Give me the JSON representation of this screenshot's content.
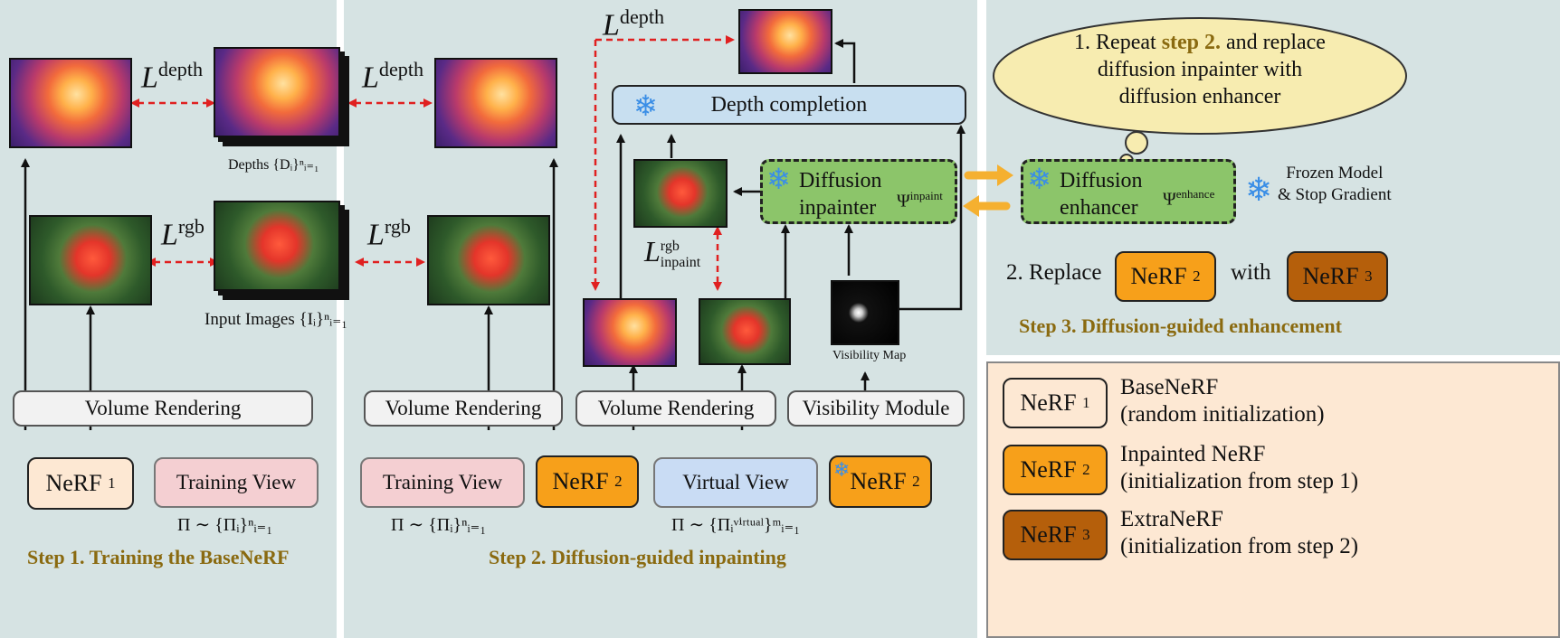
{
  "step1": {
    "title": "Step 1. Training the BaseNeRF",
    "volume_rendering": "Volume Rendering",
    "nerf_label": "NeRF",
    "nerf_sub": "1",
    "training_view": "Training View",
    "pose_formula": "Π ∼ {Πᵢ}ⁿᵢ₌₁",
    "loss_depth": "L",
    "loss_depth_sup": "depth",
    "loss_rgb": "L",
    "loss_rgb_sup": "rgb"
  },
  "center": {
    "depths_caption": "Depths {Dᵢ}ⁿᵢ₌₁",
    "images_caption": "Input Images {Iᵢ}ⁿᵢ₌₁",
    "loss_depth": "L",
    "loss_depth_sup": "depth",
    "loss_rgb": "L",
    "loss_rgb_sup": "rgb"
  },
  "step2": {
    "title": "Step 2. Diffusion-guided inpainting",
    "volume_rendering_a": "Volume Rendering",
    "volume_rendering_b": "Volume Rendering",
    "visibility_module": "Visibility Module",
    "training_view": "Training View",
    "virtual_view": "Virtual View",
    "nerf_label": "NeRF",
    "nerf_sub": "2",
    "nerf_frozen_label": "NeRF",
    "nerf_frozen_sub": "2",
    "pose_formula_a": "Π ∼ {Πᵢ}ⁿᵢ₌₁",
    "pose_formula_b": "Π ∼ {Πᵢᵛⁱʳᵗᵘᵃˡ}ᵐᵢ₌₁",
    "depth_completion": "Depth completion",
    "diffusion_line1": "Diffusion",
    "diffusion_line2": "inpainter",
    "psi": "Ψ",
    "psi_sup": "inpaint",
    "loss_inpaint": "L",
    "loss_inpaint_sup": "rgb",
    "loss_inpaint_sub": "inpaint",
    "loss_depth": "L",
    "loss_depth_sup": "depth",
    "visibility_map_caption": "Visibility Map"
  },
  "step3": {
    "title": "Step 3.  Diffusion-guided enhancement",
    "cloud_line1_a": "1. Repeat ",
    "cloud_line1_b": "step 2.",
    "cloud_line1_c": " and replace",
    "cloud_line2": "diffusion inpainter with",
    "cloud_line3": "diffusion enhancer",
    "enhancer_line1": "Diffusion",
    "enhancer_line2": "enhancer",
    "psi": "Ψ",
    "psi_sup": "enhance",
    "frozen_line1": "Frozen Model",
    "frozen_line2": "& Stop Gradient",
    "replace_label": "2. Replace",
    "with_label": "with",
    "nerf_a": "NeRF",
    "nerf_a_sub": "2",
    "nerf_b": "NeRF",
    "nerf_b_sub": "3"
  },
  "legend": {
    "items": [
      {
        "label": "NeRF",
        "sub": "1",
        "line1": "BaseNeRF",
        "line2": "(random initialization)"
      },
      {
        "label": "NeRF",
        "sub": "2",
        "line1": "Inpainted NeRF",
        "line2": "(initialization from step 1)"
      },
      {
        "label": "NeRF",
        "sub": "3",
        "line1": "ExtraNeRF",
        "line2": "(initialization from step 2)"
      }
    ]
  },
  "colors": {
    "panel": "#d6e3e3",
    "nerf_base": "#fde8d3",
    "nerf_inpainted": "#f7a01a",
    "nerf_extra": "#b55f0b",
    "diffusion": "#8cc56a",
    "loss_arrow": "#e02020",
    "swap_arrow": "#f5b030",
    "step_title": "#8a6a10",
    "snowflake": "#3a8ee6"
  },
  "icons": [
    "snowflake-icon",
    "thought-cloud-icon"
  ]
}
